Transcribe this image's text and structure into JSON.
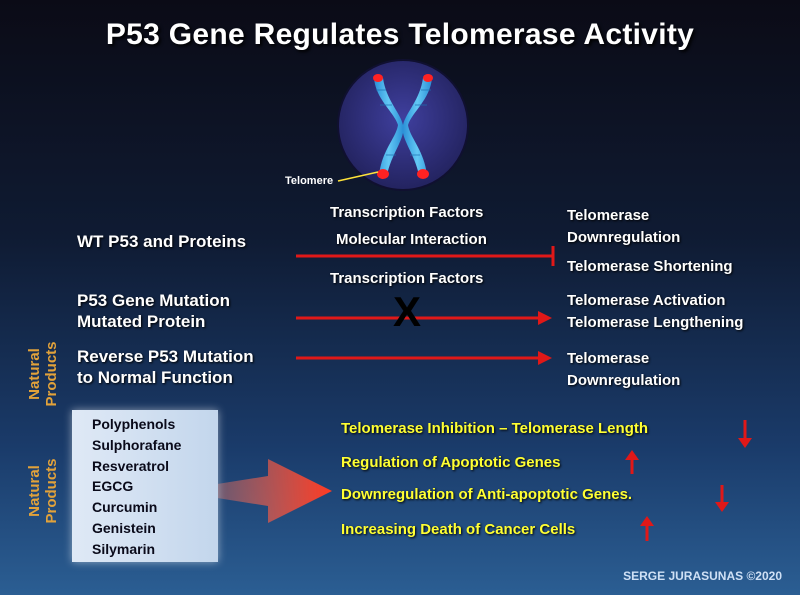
{
  "title": "P53 Gene Regulates Telomerase Activity",
  "chromosome": {
    "telomere_label": "Telomere"
  },
  "rows": [
    {
      "left": [
        "WT P53 and Proteins"
      ],
      "mid": [
        "Transcription Factors",
        "Molecular Interaction"
      ],
      "right": [
        "Telomerase",
        "Downregulation",
        "Telomerase Shortening"
      ],
      "connector": "inhibition-line"
    },
    {
      "left": [
        "P53 Gene Mutation",
        "Mutated Protein"
      ],
      "mid": [
        "Transcription Factors"
      ],
      "right": [
        "Telomerase Activation",
        "Telomerase Lengthening"
      ],
      "connector": "blocked-arrow"
    },
    {
      "left": [
        "Reverse P53 Mutation",
        "to Normal Function"
      ],
      "mid": [],
      "right": [
        "Telomerase",
        "Downregulation"
      ],
      "connector": "arrow"
    }
  ],
  "side_labels": [
    "Natural Products",
    "Natural Products"
  ],
  "natural_products": [
    "Polyphenols",
    "Sulphorafane",
    "Resveratrol",
    "EGCG",
    "Curcumin",
    "Genistein",
    "Silymarin"
  ],
  "effects": [
    {
      "text": "Telomerase Inhibition – Telomerase Length",
      "direction": "down"
    },
    {
      "text": "Regulation of Apoptotic Genes",
      "direction": "up"
    },
    {
      "text": "Downregulation of Anti-apoptotic Genes.",
      "direction": "down"
    },
    {
      "text": "Increasing Death of Cancer Cells",
      "direction": "up"
    }
  ],
  "blocked_mark": "X",
  "credit": "SERGE JURASUNAS ©2020",
  "colors": {
    "arrow_red": "#e01818",
    "effect_yellow": "#ffff33",
    "side_label_orange": "#e2a23a"
  }
}
